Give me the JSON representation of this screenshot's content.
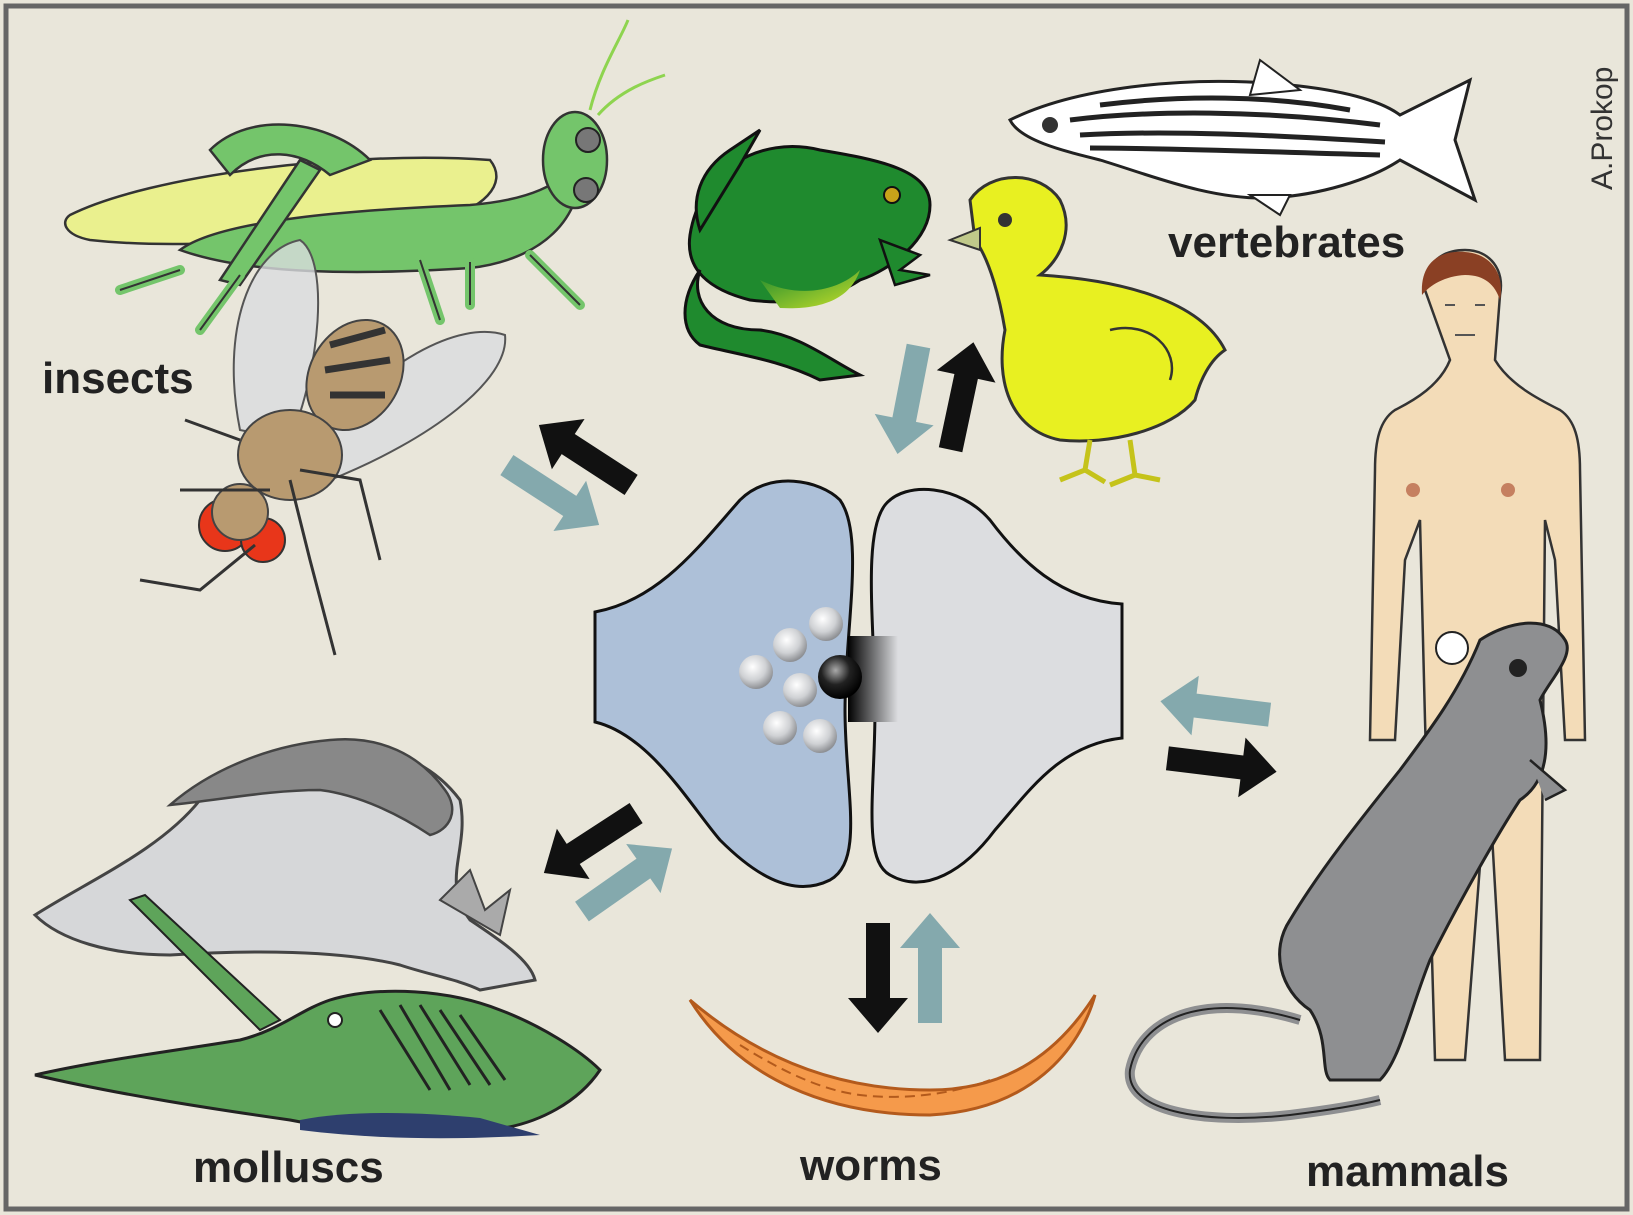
{
  "labels": {
    "insects": "insects",
    "vertebrates": "vertebrates",
    "molluscs": "molluscs",
    "worms": "worms",
    "mammals": "mammals",
    "credit": "A.Prokop"
  },
  "colors": {
    "background": "#e9e6da",
    "frame": "#666666",
    "presynaptic": "#adc0d8",
    "postsynaptic": "#dcdde0",
    "arrow_black": "#111111",
    "arrow_teal": "#84a9ad",
    "grasshopper": "#74c56b",
    "frog": "#1f8a2e",
    "chick": "#e8f021",
    "worm": "#f59a4b",
    "slug": "#d6d7d9",
    "sea_hare": "#5ea45a",
    "rat": "#8e8f91",
    "human_skin": "#f3dcb8"
  }
}
